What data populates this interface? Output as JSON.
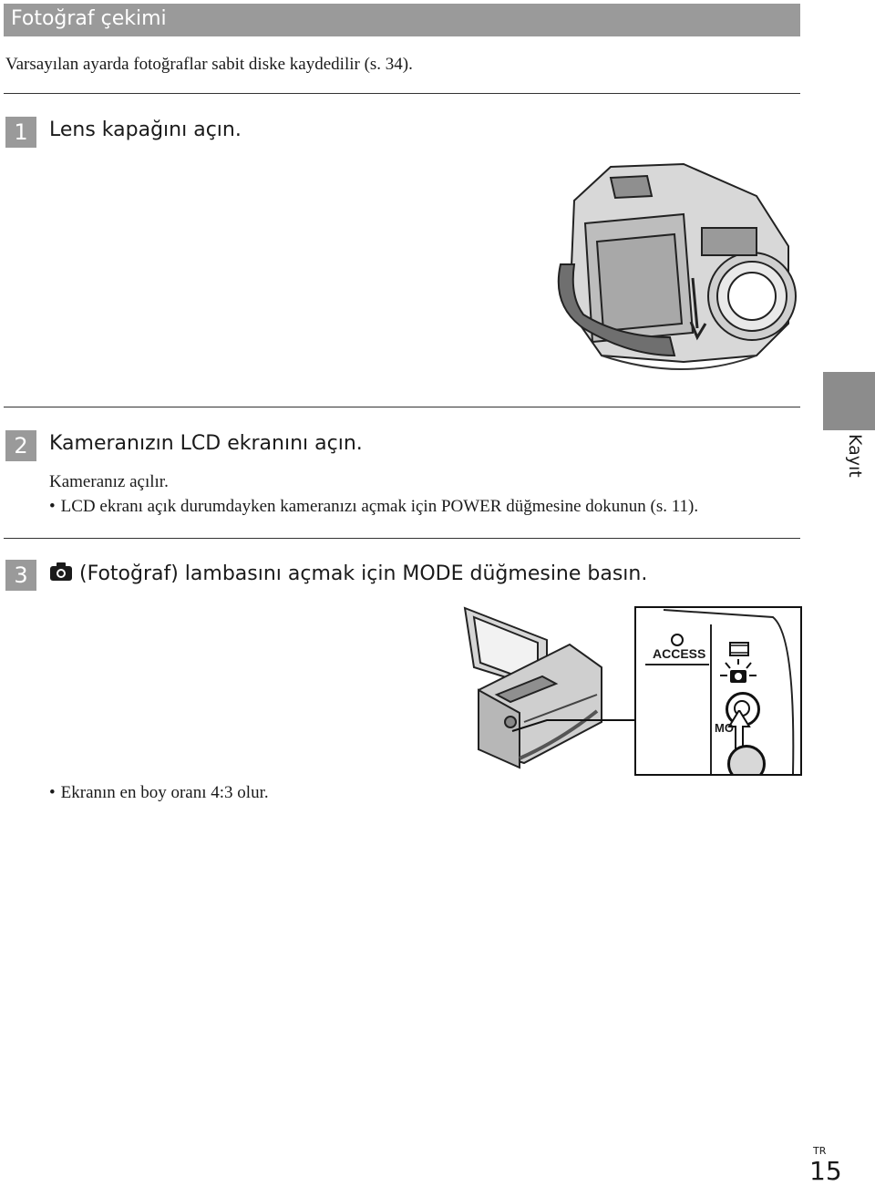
{
  "header": {
    "title": "Fotoğraf çekimi"
  },
  "intro": "Varsayılan ayarda fotoğraflar sabit diske kaydedilir (s. 34).",
  "steps": [
    {
      "number": "1",
      "text": "Lens kapağını açın."
    },
    {
      "number": "2",
      "text": "Kameranızın LCD ekranını açın.",
      "sub": "Kameranız açılır.",
      "bullet": "LCD ekranı açık durumdayken kameranızı açmak için POWER düğmesine dokunun (s. 11)."
    },
    {
      "number": "3",
      "text": "(Fotoğraf) lambasını açmak için MODE düğmesine basın.",
      "bullet": "Ekranın en boy oranı 4:3 olur."
    }
  ],
  "panel": {
    "access_label": "ACCESS",
    "mode_label": "MO"
  },
  "side_tab": "Kayıt",
  "footer": {
    "lang": "TR",
    "page": "15"
  },
  "icons": {
    "bullet": "•"
  }
}
